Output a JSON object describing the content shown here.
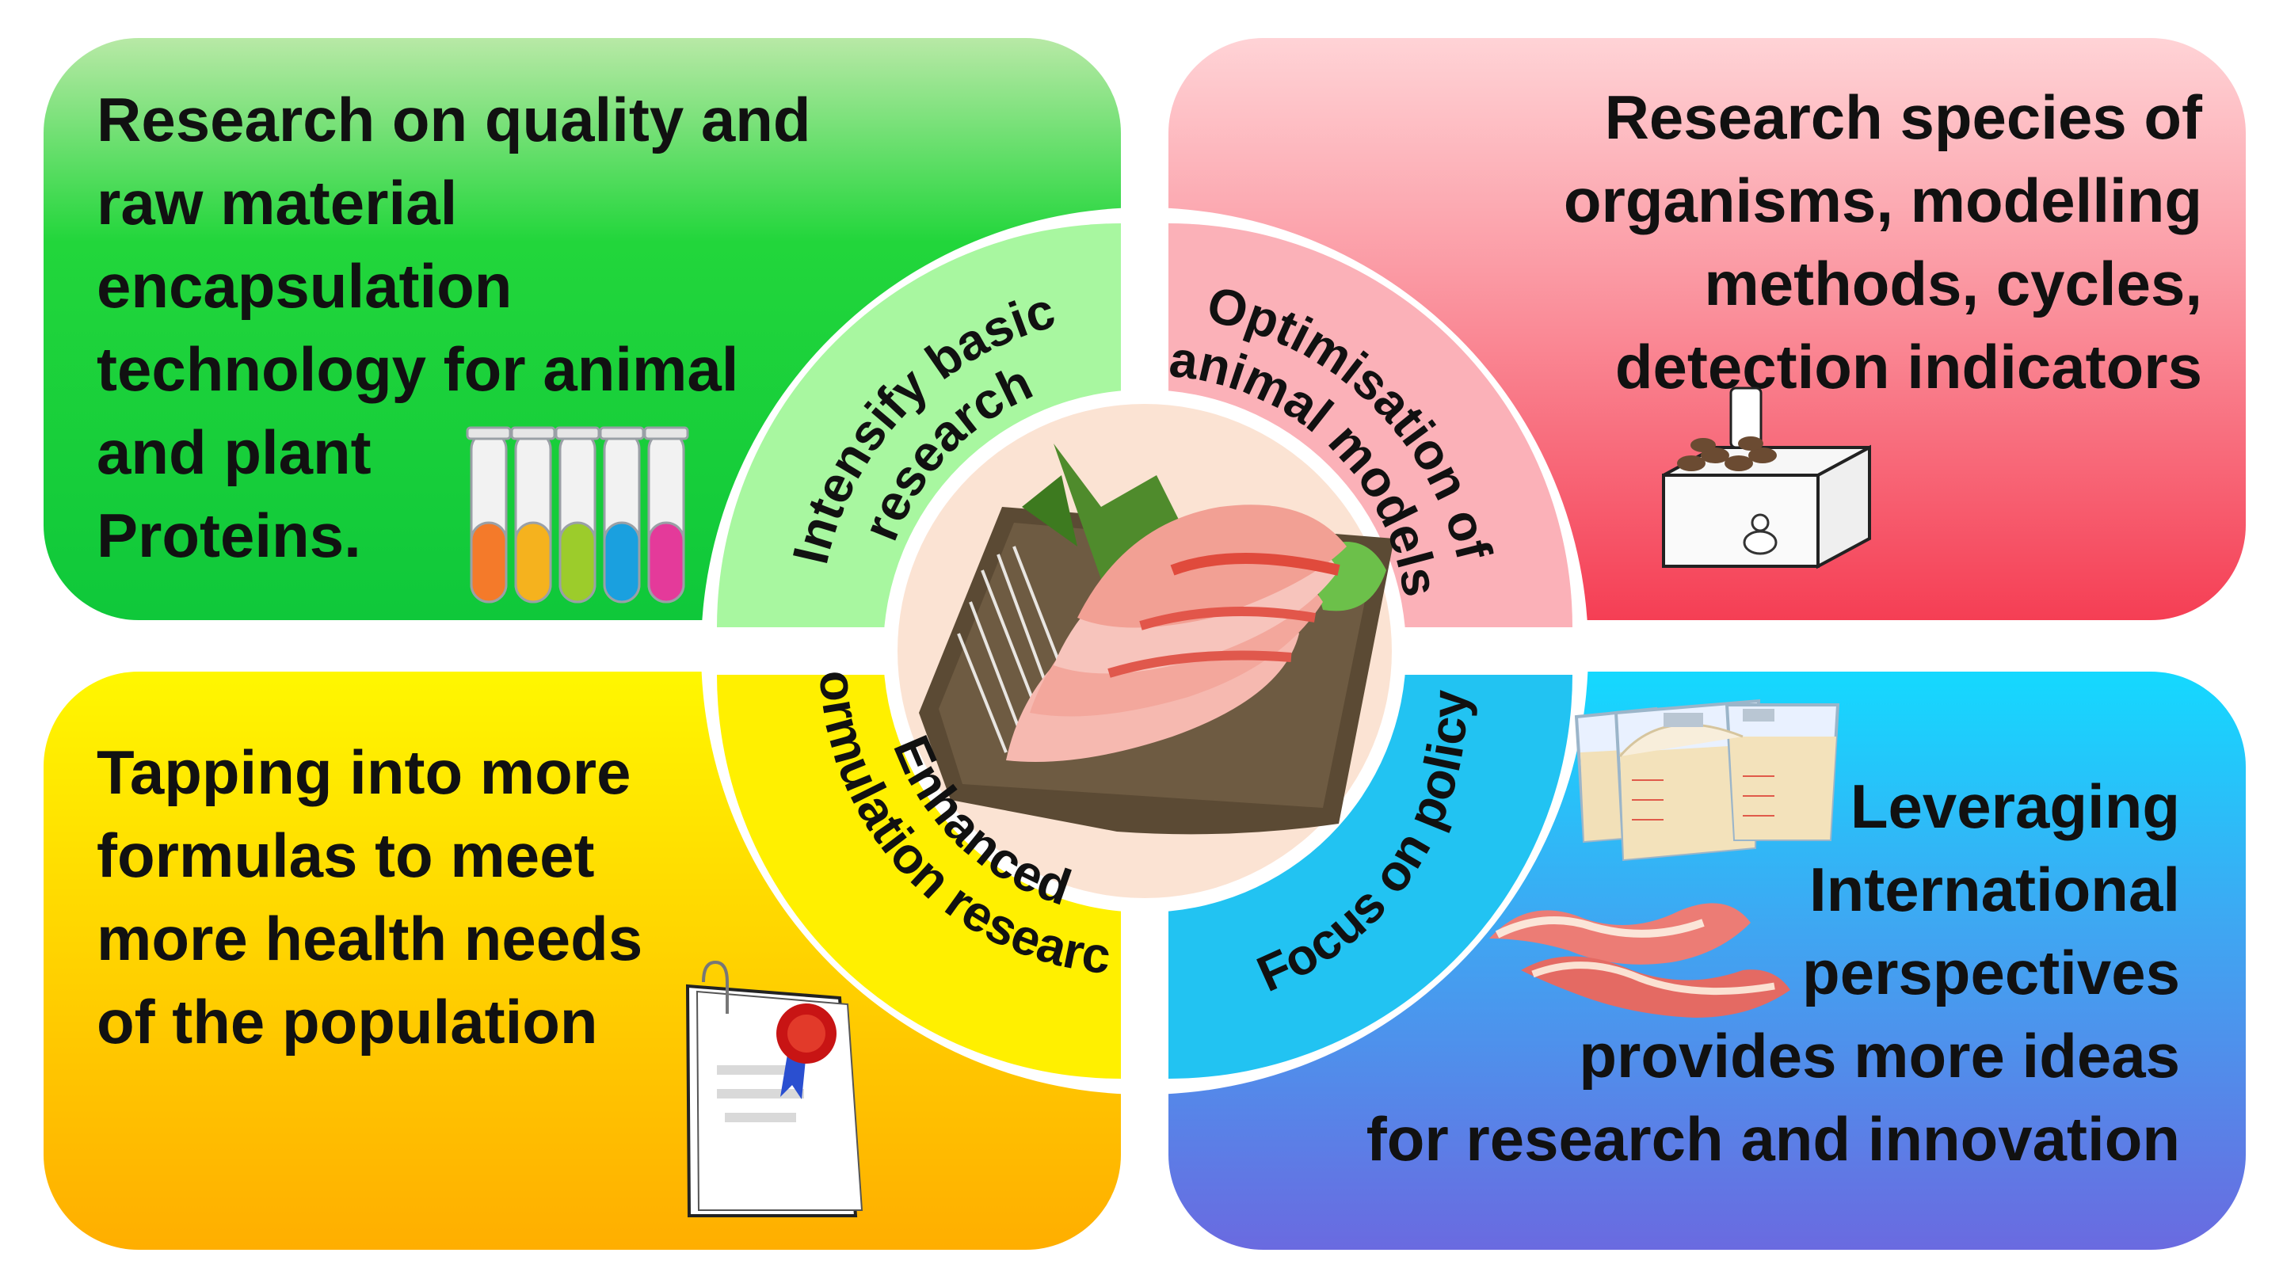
{
  "panels": {
    "top_left": {
      "lines": [
        "Research on quality and",
        "raw material",
        "encapsulation",
        "technology for animal",
        "and plant",
        "Proteins."
      ],
      "gradient": [
        "#b8e9a6",
        "#22d63b",
        "#0fc83a"
      ]
    },
    "top_right": {
      "lines": [
        "Research species of",
        "organisms, modelling",
        "methods, cycles,",
        "detection indicators"
      ],
      "gradient": [
        "#ffd3d6",
        "#fb9aa4",
        "#f53e54"
      ]
    },
    "bottom_left": {
      "lines": [
        "Tapping into more",
        "formulas to meet",
        "more health needs",
        "of the population"
      ],
      "gradient": [
        "#fff700",
        "#ffd600",
        "#ffae00"
      ]
    },
    "bottom_right": {
      "lines": [
        "Leveraging",
        "International",
        "perspectives",
        "provides more ideas",
        "for research and innovation"
      ],
      "gradient": [
        "#14d9ff",
        "#3fa6f2",
        "#6a6ae0"
      ]
    }
  },
  "ring": {
    "top_left": {
      "lines": [
        "Intensify basic",
        "research"
      ],
      "color": "#a8f7a0"
    },
    "top_right": {
      "lines": [
        "Optimisation of",
        "animal models"
      ],
      "color": "#fbb1b8"
    },
    "bottom_left": {
      "lines": [
        "Enhanced",
        "formulation research"
      ],
      "color": "#fff000"
    },
    "bottom_right": {
      "lines": [
        "Focus on policy"
      ],
      "color": "#22c3f2"
    }
  },
  "center": {
    "color": "#fbe3d3",
    "illustration": "sashimi-plate"
  },
  "icons": [
    "test-tubes-icon",
    "animal-cage-icon",
    "certificate-icon",
    "protein-powder-icon",
    "bacon-icon"
  ]
}
